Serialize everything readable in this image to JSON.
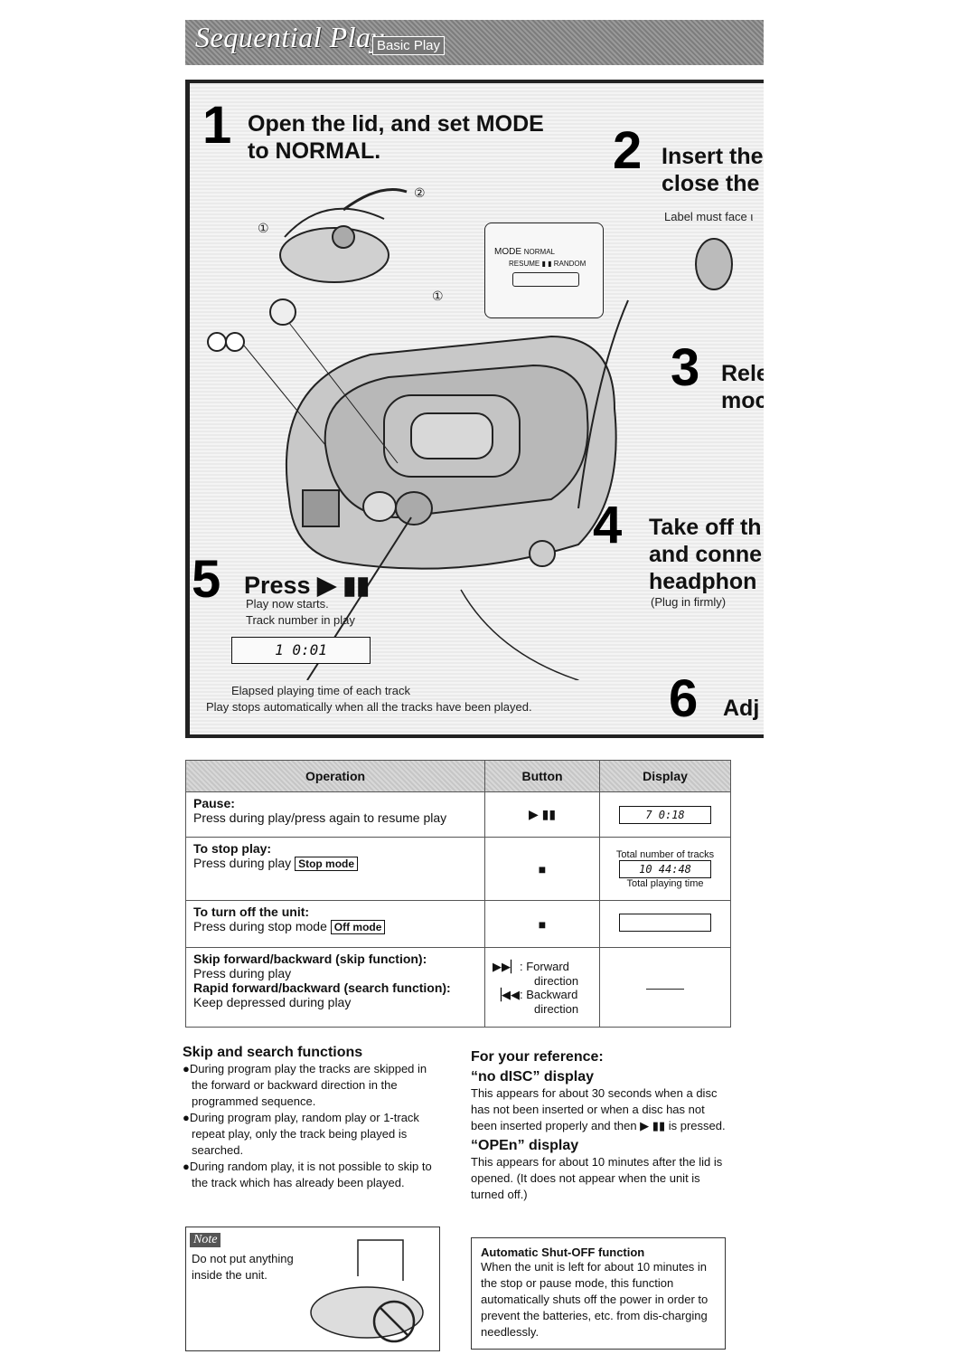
{
  "header": {
    "title": "Sequential Play",
    "tag": "Basic Play"
  },
  "steps": {
    "s1": {
      "num": "1",
      "line1": "Open the lid, and set MODE",
      "line2": "to NORMAL."
    },
    "s2": {
      "num": "2",
      "line1": "Insert the",
      "line2": "close the",
      "note": "Label must face ι"
    },
    "s3": {
      "num": "3",
      "line1": "Rele",
      "line2": "moc"
    },
    "s4": {
      "num": "4",
      "line1": "Take off th",
      "line2": "and conne",
      "line3": "headphon",
      "note": "(Plug in firmly)"
    },
    "s5": {
      "num": "5",
      "label": "Press ▶ ▮▮",
      "l1": "Play now starts.",
      "l2": "Track number in play",
      "lcd": "1  0:01",
      "l3": "Elapsed playing time of each track",
      "l4": "Play stops automatically when all the tracks have been played."
    },
    "s6": {
      "num": "6",
      "label": "Adj"
    }
  },
  "mode_label": {
    "mode": "MODE",
    "normal": "NORMAL",
    "resume": "RESUME",
    "random": "RANDOM"
  },
  "table": {
    "headers": [
      "Operation",
      "Button",
      "Display"
    ],
    "rows": [
      {
        "name": "Pause:",
        "desc": "Press during play/press again to resume play",
        "button": "▶ ▮▮",
        "display": "7  0:18"
      },
      {
        "name": "To stop play:",
        "desc": "Press during play",
        "tag": "Stop mode",
        "button": "■",
        "display_top": "Total number of tracks",
        "display": "10  44:48",
        "display_bottom": "Total playing time"
      },
      {
        "name": "To turn off the unit:",
        "desc": "Press during stop mode",
        "tag": "Off mode",
        "button": "■",
        "display": ""
      },
      {
        "name": "Skip forward/backward (skip function):",
        "desc": "Press during play",
        "name2": "Rapid forward/backward (search function):",
        "desc2": "Keep depressed during play",
        "btn_fwd": "▶▶▏: Forward",
        "btn_fwd2": "direction",
        "btn_bwd": "▕◀◀: Backward",
        "btn_bwd2": "direction",
        "display": "———"
      }
    ]
  },
  "skip": {
    "title": "Skip and search functions",
    "items": [
      "●During program play the tracks are skipped in the forward or backward direction in the programmed sequence.",
      "●During program play, random play or 1-track repeat play, only the track being played is searched.",
      "●During random play, it is not possible to skip to the track which has already been played."
    ]
  },
  "reference": {
    "title": "For your reference:",
    "nodisc_title": "“no dISC” display",
    "nodisc_body": "This appears for about 30 seconds when a disc has not been inserted or when a disc has not been inserted properly and then ▶ ▮▮ is pressed.",
    "open_title": "“OPEn” display",
    "open_body": "This appears for about 10 minutes after the lid is opened. (It does not appear when the unit is turned off.)"
  },
  "note": {
    "label": "Note",
    "body": "Do not put anything inside the unit."
  },
  "auto": {
    "title": "Automatic Shut-OFF function",
    "body": "When the unit is left for about 10 minutes in the stop or pause mode, this function automatically shuts off the power in order to prevent the batteries, etc. from dis-charging needlessly."
  }
}
